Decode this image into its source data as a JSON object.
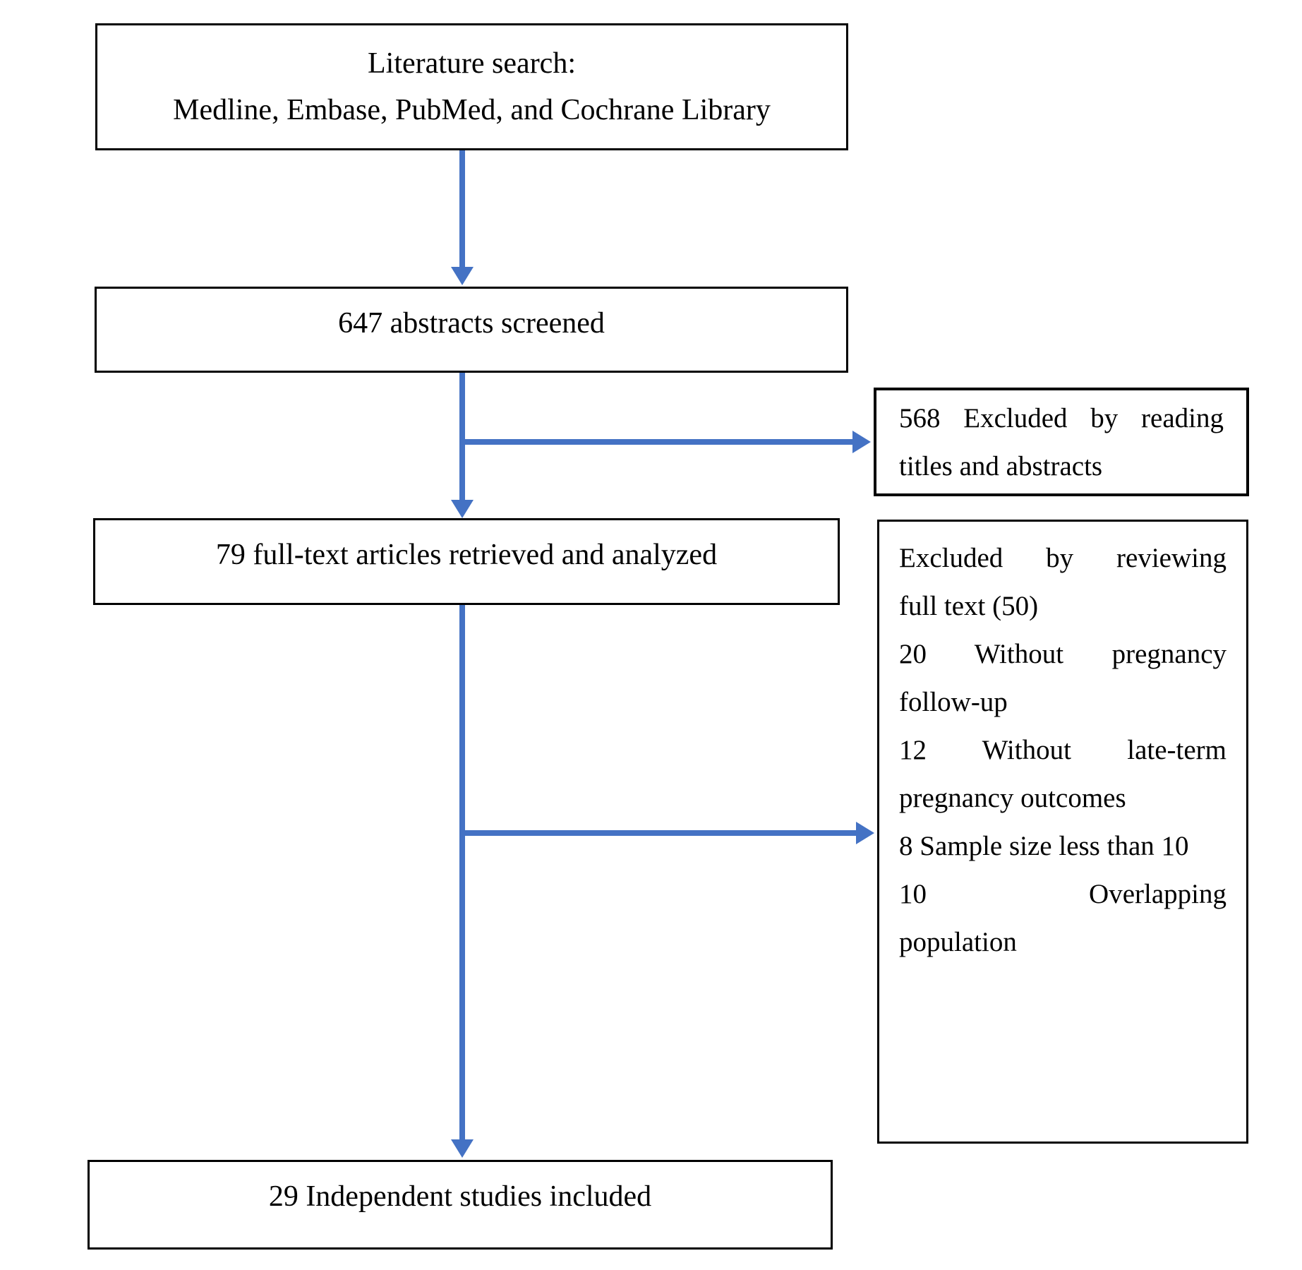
{
  "diagram": {
    "boxes": {
      "literature_search": {
        "lines": [
          "Literature search:",
          "Medline, Embase, PubMed, and Cochrane Library"
        ]
      },
      "abstracts_screened": {
        "text": "647 abstracts screened"
      },
      "excluded_titles": {
        "lines": [
          "568 Excluded by reading",
          "titles and abstracts"
        ]
      },
      "fulltext_retrieved": {
        "text": "79 full-text articles retrieved and analyzed"
      },
      "excluded_fulltext": {
        "lines": [
          "Excluded by reviewing",
          "full text (50)",
          "20 Without pregnancy",
          "follow-up",
          "12 Without late-term",
          "pregnancy outcomes",
          "8 Sample size less than 10",
          "10 Overlapping",
          "population"
        ]
      },
      "studies_included": {
        "text": "29 Independent studies included"
      }
    },
    "counts": {
      "abstracts_screened": 647,
      "excluded_by_titles_abstracts": 568,
      "fulltext_retrieved": 79,
      "excluded_by_fulltext": 50,
      "without_pregnancy_followup": 20,
      "without_late_term_outcomes": 12,
      "sample_size_less_than_10": 8,
      "overlapping_population": 10,
      "independent_studies_included": 29
    }
  },
  "colors": {
    "arrow": "#4472C4",
    "border": "#000000",
    "background": "#FFFFFF",
    "text": "#000000"
  }
}
